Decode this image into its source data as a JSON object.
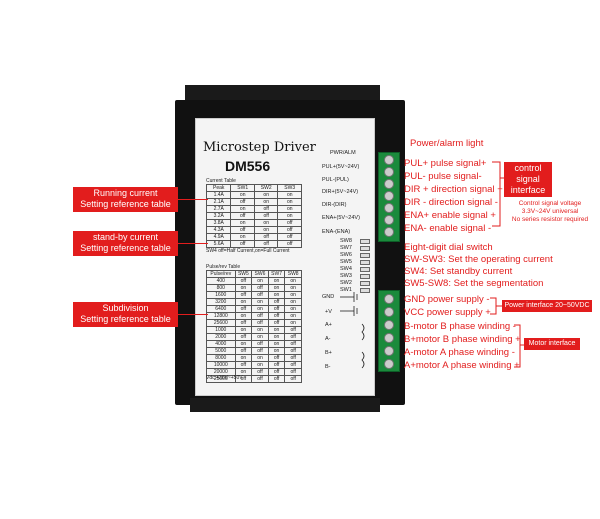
{
  "driver": {
    "title_line1": "Microstep Driver",
    "title_line2": "DM556",
    "current_table": {
      "title": "Current Table",
      "headers": [
        "Peak",
        "SW1",
        "SW2",
        "SW3"
      ],
      "rows": [
        [
          "1.4A",
          "on",
          "on",
          "on"
        ],
        [
          "2.1A",
          "off",
          "on",
          "on"
        ],
        [
          "2.7A",
          "on",
          "off",
          "on"
        ],
        [
          "3.2A",
          "off",
          "off",
          "on"
        ],
        [
          "3.8A",
          "on",
          "on",
          "off"
        ],
        [
          "4.3A",
          "off",
          "on",
          "off"
        ],
        [
          "4.9A",
          "on",
          "off",
          "off"
        ],
        [
          "5.6A",
          "off",
          "off",
          "off"
        ]
      ],
      "note": "SW4 off=Half Current,on=Full Current"
    },
    "pulse_table": {
      "title": "Pulse/rev Table",
      "headers": [
        "Pulse/rev",
        "SW5",
        "SW6",
        "SW7",
        "SW8"
      ],
      "rows": [
        [
          "400",
          "off",
          "on",
          "on",
          "on"
        ],
        [
          "800",
          "on",
          "off",
          "on",
          "on"
        ],
        [
          "1600",
          "off",
          "off",
          "on",
          "on"
        ],
        [
          "3200",
          "on",
          "on",
          "off",
          "on"
        ],
        [
          "6400",
          "off",
          "on",
          "off",
          "on"
        ],
        [
          "12800",
          "on",
          "off",
          "off",
          "on"
        ],
        [
          "25600",
          "off",
          "off",
          "off",
          "on"
        ],
        [
          "1000",
          "on",
          "on",
          "on",
          "off"
        ],
        [
          "2000",
          "off",
          "on",
          "on",
          "off"
        ],
        [
          "4000",
          "on",
          "off",
          "on",
          "off"
        ],
        [
          "5000",
          "off",
          "off",
          "on",
          "off"
        ],
        [
          "8000",
          "on",
          "on",
          "off",
          "off"
        ],
        [
          "10000",
          "off",
          "on",
          "off",
          "off"
        ],
        [
          "20000",
          "on",
          "off",
          "off",
          "off"
        ],
        [
          "25000",
          "off",
          "off",
          "off",
          "off"
        ]
      ]
    },
    "voltage": "Vdc:+20V~+50V",
    "signal_pins": [
      "PWR/ALM",
      "PUL+(5V~24V)",
      "PUL-(PUL)",
      "DIR+(5V~24V)",
      "DIR-(DIR)",
      "ENA+(5V~24V)",
      "ENA-(ENA)"
    ],
    "sw_pins": [
      "SW8",
      "SW7",
      "SW6",
      "SW5",
      "SW4",
      "SW3",
      "SW2",
      "SW1"
    ],
    "power_pins": [
      "GND",
      "+V",
      "A+",
      "A-",
      "B+",
      "B-"
    ]
  },
  "callouts_left": {
    "running": [
      "Running current",
      "Setting reference table"
    ],
    "standby": [
      "stand-by current",
      "Setting reference table"
    ],
    "subdivision": [
      "Subdivision",
      "Setting reference table"
    ]
  },
  "callouts_right": {
    "power_alarm": "Power/alarm light",
    "signals": [
      "PUL+ pulse signal+",
      "PUL- pulse signal-",
      "DIR + direction signal +",
      "DIR - direction signal -",
      "ENA+ enable signal +",
      "ENA- enable signal -"
    ],
    "control_box": [
      "control",
      "signal",
      "interface"
    ],
    "control_note": [
      "Control signal voltage",
      "3.3V~24V universal",
      "No series resistor required"
    ],
    "dip": [
      "Eight-digit dial switch",
      "SW-SW3: Set the operating current",
      "SW4: Set standby current",
      "SW5-SW8: Set the segmentation"
    ],
    "power": [
      "GND power supply -",
      "VCC power supply +"
    ],
    "power_box": "Power interface 20~50VDC",
    "motor": [
      "B-motor B phase winding -",
      "B+motor B phase winding +",
      "A-motor A phase winding -",
      "A+motor A phase winding +"
    ],
    "motor_box": "Motor interface"
  },
  "colors": {
    "accent_red": "#e21d1d",
    "terminal_green": "#1b8a3c",
    "driver_black": "#111111"
  }
}
